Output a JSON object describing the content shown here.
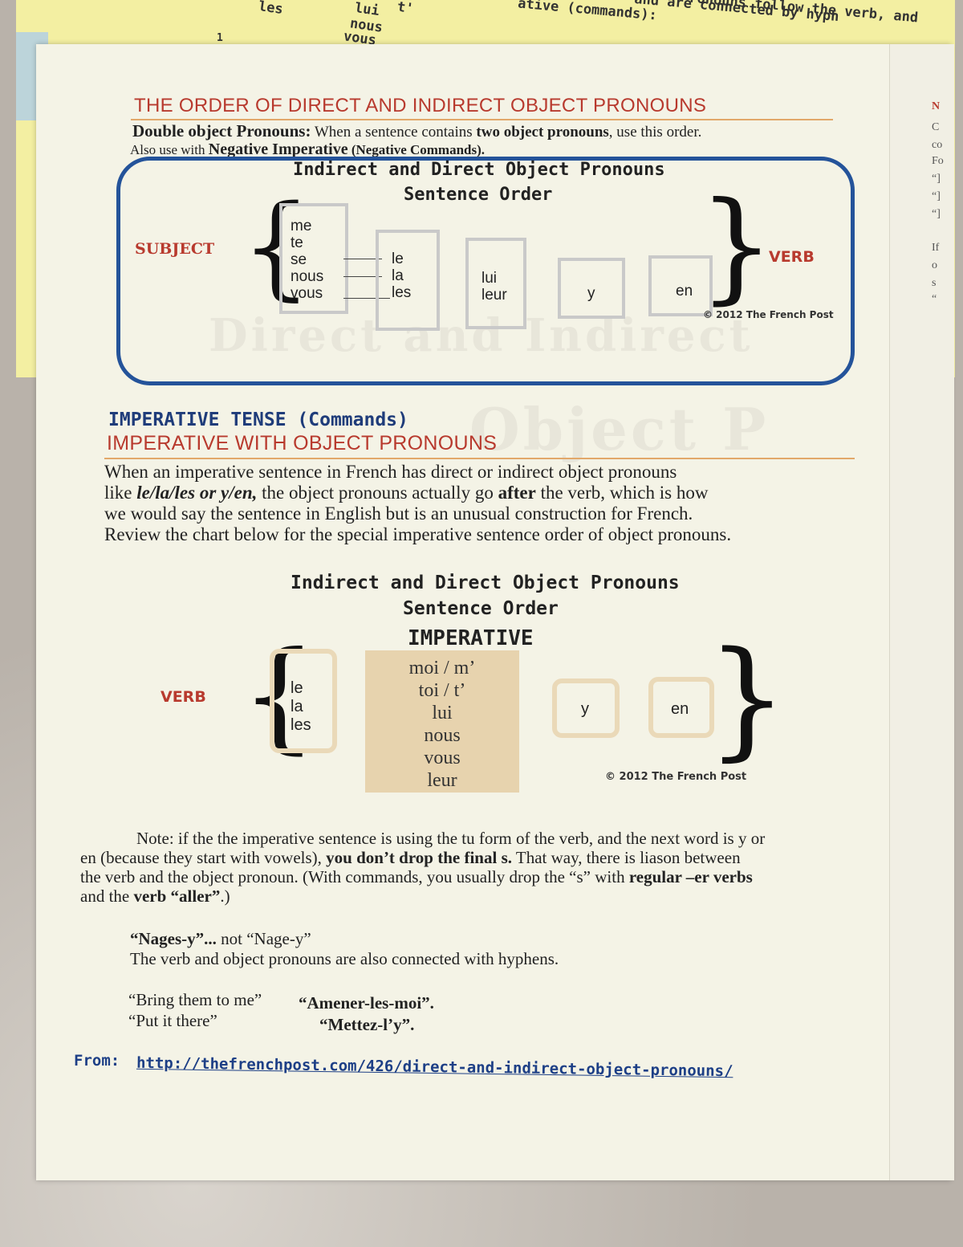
{
  "background_sheet": {
    "fragments": [
      "les",
      "lui",
      "t'",
      "nous",
      "vous",
      "1",
      "ative (commands):",
      "ronouns follow the verb, and",
      "and are connected by hyph"
    ]
  },
  "side_strip": {
    "letters": [
      "N",
      "C",
      "co",
      "Fo",
      "“]",
      "“]",
      "“]",
      "If",
      "o",
      "s",
      "“"
    ]
  },
  "section1": {
    "heading": "THE ORDER OF DIRECT AND INDIRECT OBJECT PRONOUNS",
    "intro_bold": "Double object Pronouns:",
    "intro_rest": " When a sentence contains ",
    "intro_bold2": "two object pronouns",
    "intro_end": ", use this order.",
    "line2_start": "Also use with ",
    "line2_bold": "Negative Imperative",
    "line2_end": " (Negative Commands)."
  },
  "diagram1": {
    "title": "Indirect and Direct Object Pronouns",
    "subtitle": "Sentence Order",
    "subject_label": "SUBJECT",
    "verb_label": "VERB",
    "col1": [
      "me",
      "te",
      "se",
      "nous",
      "vous"
    ],
    "col2": [
      "le",
      "la",
      "les"
    ],
    "col3": [
      "lui",
      "leur"
    ],
    "col4": "y",
    "col5": "en",
    "copyright": "© 2012 The French Post",
    "ghost": "Direct and Indirect"
  },
  "section2": {
    "heading_blue": "IMPERATIVE TENSE (Commands)",
    "heading_red": "IMPERATIVE WITH OBJECT PRONOUNS",
    "ghost": "Object P",
    "para": [
      "When an imperative sentence in French has direct or indirect object pronouns",
      "the object pronouns actually go ",
      "after",
      " the verb, which is how",
      "we would say the sentence in English but is an unusual construction for French.",
      "Review the chart below for the special imperative sentence order of object pronouns."
    ],
    "like": "like ",
    "like_bold": "le/la/les or y/en,"
  },
  "diagram2": {
    "title": "Indirect and Direct Object Pronouns",
    "subtitle": "Sentence Order",
    "mode": "IMPERATIVE",
    "verb_label": "VERB",
    "col1": [
      "le",
      "la",
      "les"
    ],
    "col2": [
      "moi / m’",
      "toi / t’",
      "lui",
      "nous",
      "vous",
      "leur"
    ],
    "col3": "y",
    "col4": "en",
    "copyright": "© 2012 The French Post"
  },
  "note": {
    "l1": "Note: if the the imperative sentence is using the tu form of the verb, and the next word is y or",
    "l2a": "en (because they start with vowels), ",
    "l2b": "you don’t drop the final s.",
    "l2c": " That way, there is liason between",
    "l3a": "the verb and the object pronoun. (With commands, you usually drop the “s” with ",
    "l3b": "regular –er verbs",
    "l4a": "and the ",
    "l4b": "verb “aller”",
    "l4c": ".)"
  },
  "examples": {
    "e1_bold": "“Nages-y”...",
    "e1_rest": " not “Nage-y”",
    "e2": "The verb and object pronouns are also connected with hyphens.",
    "e3_en": "“Bring them to me”",
    "e3_fr": "“Amener-les-moi”.",
    "e4_en": "“Put it there”",
    "e4_fr": "“Mettez-l’y”."
  },
  "source": {
    "label": "From:",
    "url": "http://thefrenchpost.com/426/direct-and-indirect-object-pronouns/"
  }
}
